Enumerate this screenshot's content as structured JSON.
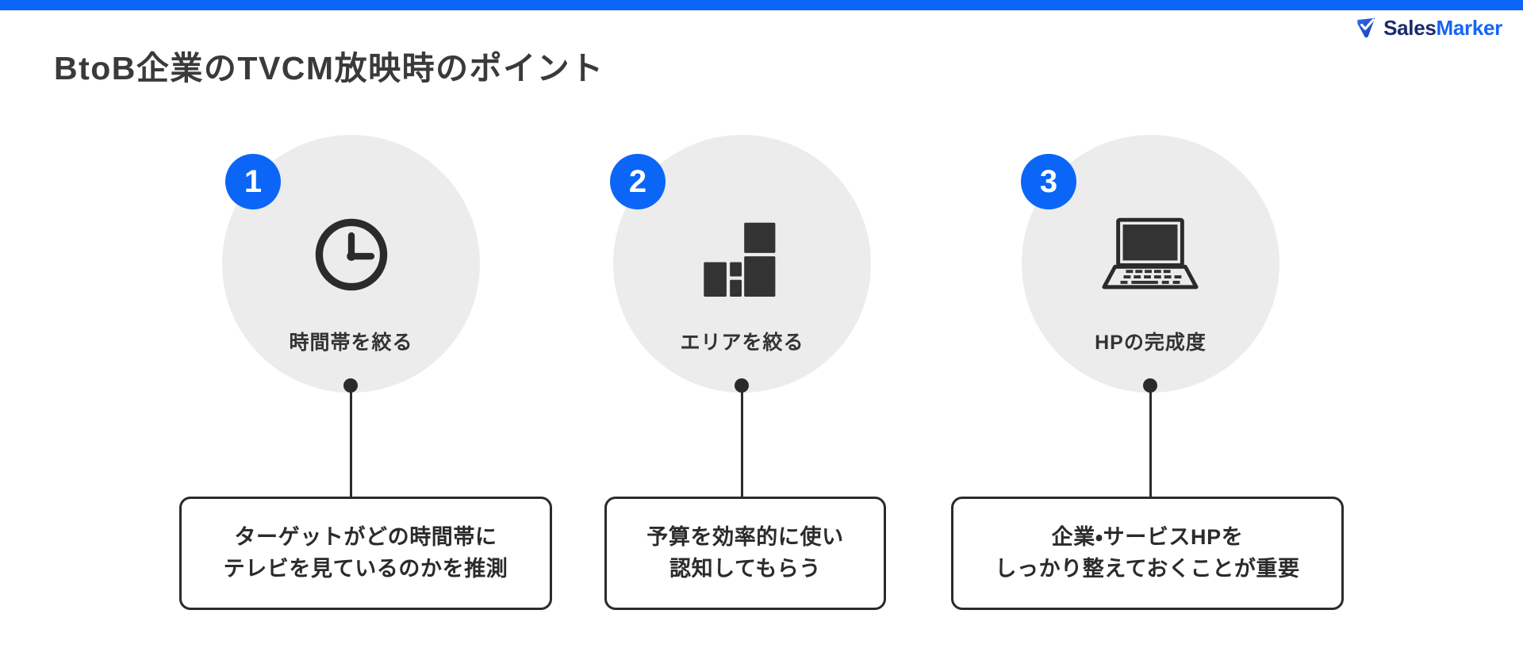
{
  "brand": {
    "accent_blue": "#0B66F7",
    "circle_gray": "#ECECEC",
    "ink": "#2B2B2B",
    "logo_word_1": "Sales",
    "logo_word_2": "Marker",
    "logo_icon": "location-pin-check-icon"
  },
  "header": {
    "title": "BtoB企業のTVCM放映時のポイント"
  },
  "steps": [
    {
      "number": "1",
      "icon": "clock-icon",
      "label": "時間帯を絞る",
      "callout_lines": [
        "ターゲットがどの時間帯に",
        "テレビを見ているのかを推測"
      ]
    },
    {
      "number": "2",
      "icon": "area-blocks-icon",
      "label": "エリアを絞る",
      "callout_lines": [
        "予算を効率的に使い",
        "認知してもらう"
      ]
    },
    {
      "number": "3",
      "icon": "laptop-icon",
      "label": "HPの完成度",
      "callout_lines": [
        "企業・サービスHPを",
        "しっかり整えておくことが重要"
      ]
    }
  ]
}
